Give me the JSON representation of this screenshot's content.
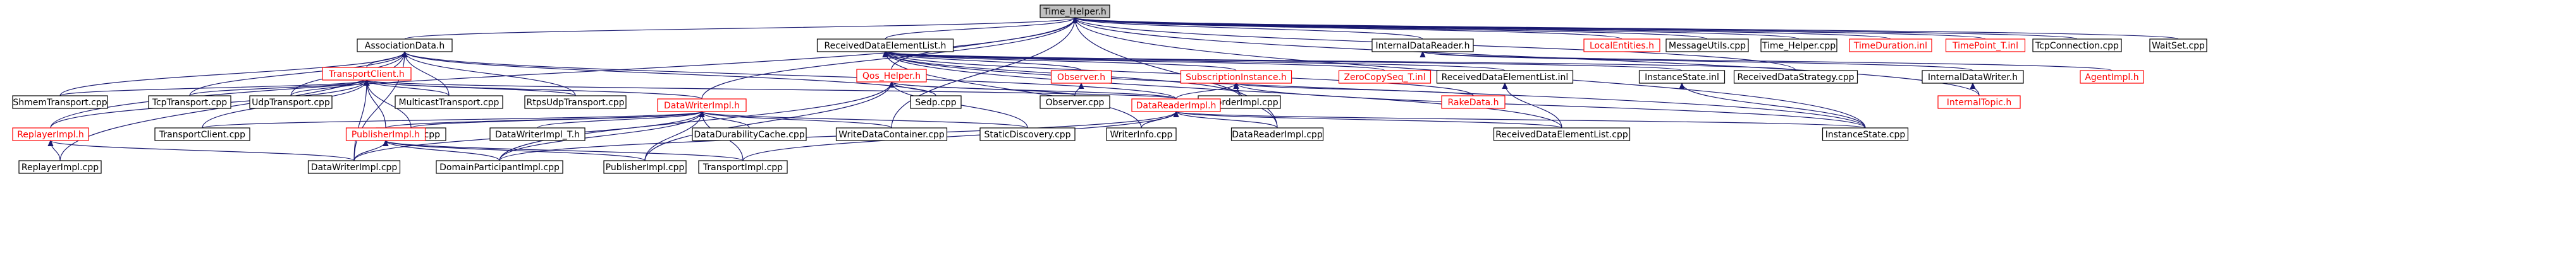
{
  "colors": {
    "background": "#ffffff",
    "edge": "#191970",
    "node_border_default": "#000000",
    "node_border_truncated": "#ff0000",
    "node_text_default": "#000000",
    "node_text_truncated": "#ff0000",
    "root_fill": "#bfbfbf"
  },
  "nodes": {
    "time_helper_h": {
      "label": "Time_Helper.h",
      "kind": "root"
    },
    "associationdata_h": {
      "label": "AssociationData.h",
      "kind": "normal"
    },
    "receiveddataelementlist_h": {
      "label": "ReceivedDataElementList.h",
      "kind": "normal"
    },
    "internaldatareader_h": {
      "label": "InternalDataReader.h",
      "kind": "normal"
    },
    "localentities_h": {
      "label": "LocalEntities.h",
      "kind": "truncated"
    },
    "messageutils_cpp": {
      "label": "MessageUtils.cpp",
      "kind": "normal"
    },
    "time_helper_cpp": {
      "label": "Time_Helper.cpp",
      "kind": "normal"
    },
    "timeduration_inl": {
      "label": "TimeDuration.inl",
      "kind": "truncated"
    },
    "timepoint_t_inl": {
      "label": "TimePoint_T.inl",
      "kind": "truncated"
    },
    "tcpconnection_cpp": {
      "label": "TcpConnection.cpp",
      "kind": "normal"
    },
    "waitset_cpp": {
      "label": "WaitSet.cpp",
      "kind": "normal"
    },
    "transportclient_h": {
      "label": "TransportClient.h",
      "kind": "truncated"
    },
    "qos_helper_h": {
      "label": "Qos_Helper.h",
      "kind": "truncated"
    },
    "observer_h": {
      "label": "Observer.h",
      "kind": "truncated"
    },
    "subscriptioninstance_h": {
      "label": "SubscriptionInstance.h",
      "kind": "truncated"
    },
    "zerocopyseq_t_inl": {
      "label": "ZeroCopySeq_T.inl",
      "kind": "truncated"
    },
    "receiveddataelementlist_inl": {
      "label": "ReceivedDataElementList.inl",
      "kind": "normal"
    },
    "instancestate_inl": {
      "label": "InstanceState.inl",
      "kind": "normal"
    },
    "receiveddatastrategy_cpp": {
      "label": "ReceivedDataStrategy.cpp",
      "kind": "normal"
    },
    "internaldatawriter_h": {
      "label": "InternalDataWriter.h",
      "kind": "normal"
    },
    "agentimpl_h": {
      "label": "AgentImpl.h",
      "kind": "truncated"
    },
    "internaltopic_h": {
      "label": "InternalTopic.h",
      "kind": "truncated"
    },
    "shmemtransport_cpp": {
      "label": "ShmemTransport.cpp",
      "kind": "normal"
    },
    "tcptransport_cpp": {
      "label": "TcpTransport.cpp",
      "kind": "normal"
    },
    "udptransport_cpp": {
      "label": "UdpTransport.cpp",
      "kind": "normal"
    },
    "multicasttransport_cpp": {
      "label": "MulticastTransport.cpp",
      "kind": "normal"
    },
    "rtpsudptransport_cpp": {
      "label": "RtpsUdpTransport.cpp",
      "kind": "normal"
    },
    "datawriterimpl_h": {
      "label": "DataWriterImpl.h",
      "kind": "truncated"
    },
    "sedp_cpp": {
      "label": "Sedp.cpp",
      "kind": "normal"
    },
    "observer_cpp": {
      "label": "Observer.cpp",
      "kind": "normal"
    },
    "recorderimpl_cpp": {
      "label": "RecorderImpl.cpp",
      "kind": "normal"
    },
    "rakedata_h": {
      "label": "RakeData.h",
      "kind": "truncated"
    },
    "datareaderimpl_h": {
      "label": "DataReaderImpl.h",
      "kind": "truncated"
    },
    "replayerimpl_h": {
      "label": "ReplayerImpl.h",
      "kind": "truncated"
    },
    "transportclient_cpp": {
      "label": "TransportClient.cpp",
      "kind": "normal"
    },
    "datalink_cpp": {
      "label": "DataLink.cpp",
      "kind": "normal"
    },
    "datawriterimpl_t_h": {
      "label": "DataWriterImpl_T.h",
      "kind": "normal"
    },
    "datadurabilitycache_cpp": {
      "label": "DataDurabilityCache.cpp",
      "kind": "normal"
    },
    "writedatacontainer_cpp": {
      "label": "WriteDataContainer.cpp",
      "kind": "normal"
    },
    "staticdiscovery_cpp": {
      "label": "StaticDiscovery.cpp",
      "kind": "normal"
    },
    "writerinfo_cpp": {
      "label": "WriterInfo.cpp",
      "kind": "normal"
    },
    "datareaderimpl_cpp": {
      "label": "DataReaderImpl.cpp",
      "kind": "normal"
    },
    "receiveddataelementlist_cpp": {
      "label": "ReceivedDataElementList.cpp",
      "kind": "normal"
    },
    "instancestate_cpp": {
      "label": "InstanceState.cpp",
      "kind": "normal"
    },
    "publisherimpl_h": {
      "label": "PublisherImpl.h",
      "kind": "truncated"
    },
    "replayerimpl_cpp": {
      "label": "ReplayerImpl.cpp",
      "kind": "normal"
    },
    "datawriterimpl_cpp": {
      "label": "DataWriterImpl.cpp",
      "kind": "normal"
    },
    "domainparticipantimpl_cpp": {
      "label": "DomainParticipantImpl.cpp",
      "kind": "normal"
    },
    "publisherimpl_cpp": {
      "label": "PublisherImpl.cpp",
      "kind": "normal"
    },
    "transportimpl_cpp": {
      "label": "TransportImpl.cpp",
      "kind": "normal"
    }
  },
  "edges": [
    [
      "associationdata_h",
      "time_helper_h"
    ],
    [
      "receiveddataelementlist_h",
      "time_helper_h"
    ],
    [
      "internaldatareader_h",
      "time_helper_h"
    ],
    [
      "localentities_h",
      "time_helper_h"
    ],
    [
      "messageutils_cpp",
      "time_helper_h"
    ],
    [
      "time_helper_cpp",
      "time_helper_h"
    ],
    [
      "timeduration_inl",
      "time_helper_h"
    ],
    [
      "timepoint_t_inl",
      "time_helper_h"
    ],
    [
      "tcpconnection_cpp",
      "time_helper_h"
    ],
    [
      "waitset_cpp",
      "time_helper_h"
    ],
    [
      "qos_helper_h",
      "time_helper_h"
    ],
    [
      "datawriterimpl_h",
      "time_helper_h"
    ],
    [
      "replayerimpl_h",
      "time_helper_h"
    ],
    [
      "datareaderimpl_cpp",
      "time_helper_h"
    ],
    [
      "instancestate_cpp",
      "time_helper_h"
    ],
    [
      "writedatacontainer_cpp",
      "time_helper_h"
    ],
    [
      "internaltopic_h",
      "time_helper_h"
    ],
    [
      "receiveddatastrategy_cpp",
      "time_helper_h"
    ],
    [
      "transportclient_h",
      "associationdata_h"
    ],
    [
      "shmemtransport_cpp",
      "associationdata_h"
    ],
    [
      "tcptransport_cpp",
      "associationdata_h"
    ],
    [
      "udptransport_cpp",
      "associationdata_h"
    ],
    [
      "multicasttransport_cpp",
      "associationdata_h"
    ],
    [
      "rtpsudptransport_cpp",
      "associationdata_h"
    ],
    [
      "sedp_cpp",
      "associationdata_h"
    ],
    [
      "datareaderimpl_h",
      "associationdata_h"
    ],
    [
      "datawriterimpl_cpp",
      "associationdata_h"
    ],
    [
      "replayerimpl_cpp",
      "associationdata_h"
    ],
    [
      "shmemtransport_cpp",
      "transportclient_h"
    ],
    [
      "tcptransport_cpp",
      "transportclient_h"
    ],
    [
      "udptransport_cpp",
      "transportclient_h"
    ],
    [
      "multicasttransport_cpp",
      "transportclient_h"
    ],
    [
      "rtpsudptransport_cpp",
      "transportclient_h"
    ],
    [
      "datawriterimpl_h",
      "transportclient_h"
    ],
    [
      "datareaderimpl_h",
      "transportclient_h"
    ],
    [
      "replayerimpl_h",
      "transportclient_h"
    ],
    [
      "transportclient_cpp",
      "transportclient_h"
    ],
    [
      "datalink_cpp",
      "transportclient_h"
    ],
    [
      "publisherimpl_h",
      "transportclient_h"
    ],
    [
      "datawriterimpl_cpp",
      "transportclient_h"
    ],
    [
      "sedp_cpp",
      "qos_helper_h"
    ],
    [
      "observer_cpp",
      "qos_helper_h"
    ],
    [
      "datareaderimpl_h",
      "qos_helper_h"
    ],
    [
      "staticdiscovery_cpp",
      "qos_helper_h"
    ],
    [
      "domainparticipantimpl_cpp",
      "qos_helper_h"
    ],
    [
      "publisherimpl_cpp",
      "qos_helper_h"
    ],
    [
      "observer_h",
      "receiveddataelementlist_h"
    ],
    [
      "subscriptioninstance_h",
      "receiveddataelementlist_h"
    ],
    [
      "zerocopyseq_t_inl",
      "receiveddataelementlist_h"
    ],
    [
      "receiveddataelementlist_inl",
      "receiveddataelementlist_h"
    ],
    [
      "instancestate_inl",
      "receiveddataelementlist_h"
    ],
    [
      "receiveddatastrategy_cpp",
      "receiveddataelementlist_h"
    ],
    [
      "rakedata_h",
      "receiveddataelementlist_h"
    ],
    [
      "writerinfo_cpp",
      "receiveddataelementlist_h"
    ],
    [
      "receiveddataelementlist_cpp",
      "receiveddataelementlist_h"
    ],
    [
      "instancestate_cpp",
      "receiveddataelementlist_h"
    ],
    [
      "recorderimpl_cpp",
      "receiveddataelementlist_h"
    ],
    [
      "observer_cpp",
      "observer_h"
    ],
    [
      "recorderimpl_cpp",
      "subscriptioninstance_h"
    ],
    [
      "rakedata_h",
      "subscriptioninstance_h"
    ],
    [
      "datareaderimpl_h",
      "subscriptioninstance_h"
    ],
    [
      "instancestate_cpp",
      "subscriptioninstance_h"
    ],
    [
      "datareaderimpl_cpp",
      "subscriptioninstance_h"
    ],
    [
      "receiveddataelementlist_cpp",
      "receiveddataelementlist_inl"
    ],
    [
      "instancestate_cpp",
      "instancestate_inl"
    ],
    [
      "internaldatawriter_h",
      "internaldatareader_h"
    ],
    [
      "agentimpl_h",
      "internaldatareader_h"
    ],
    [
      "internaltopic_h",
      "internaldatawriter_h"
    ],
    [
      "datalink_cpp",
      "datawriterimpl_h"
    ],
    [
      "datawriterimpl_t_h",
      "datawriterimpl_h"
    ],
    [
      "datadurabilitycache_cpp",
      "datawriterimpl_h"
    ],
    [
      "writedatacontainer_cpp",
      "datawriterimpl_h"
    ],
    [
      "staticdiscovery_cpp",
      "datawriterimpl_h"
    ],
    [
      "publisherimpl_h",
      "datawriterimpl_h"
    ],
    [
      "datawriterimpl_cpp",
      "datawriterimpl_h"
    ],
    [
      "domainparticipantimpl_cpp",
      "datawriterimpl_h"
    ],
    [
      "publisherimpl_cpp",
      "datawriterimpl_h"
    ],
    [
      "transportimpl_cpp",
      "datawriterimpl_h"
    ],
    [
      "transportclient_cpp",
      "datawriterimpl_h"
    ],
    [
      "writerinfo_cpp",
      "datareaderimpl_h"
    ],
    [
      "datareaderimpl_cpp",
      "datareaderimpl_h"
    ],
    [
      "receiveddataelementlist_cpp",
      "datareaderimpl_h"
    ],
    [
      "instancestate_cpp",
      "datareaderimpl_h"
    ],
    [
      "domainparticipantimpl_cpp",
      "datareaderimpl_h"
    ],
    [
      "transportimpl_cpp",
      "datareaderimpl_h"
    ],
    [
      "replayerimpl_cpp",
      "replayerimpl_h"
    ],
    [
      "datawriterimpl_cpp",
      "replayerimpl_h"
    ],
    [
      "domainparticipantimpl_cpp",
      "publisherimpl_h"
    ],
    [
      "publisherimpl_cpp",
      "publisherimpl_h"
    ],
    [
      "transportimpl_cpp",
      "publisherimpl_h"
    ],
    [
      "datawriterimpl_cpp",
      "publisherimpl_h"
    ]
  ]
}
